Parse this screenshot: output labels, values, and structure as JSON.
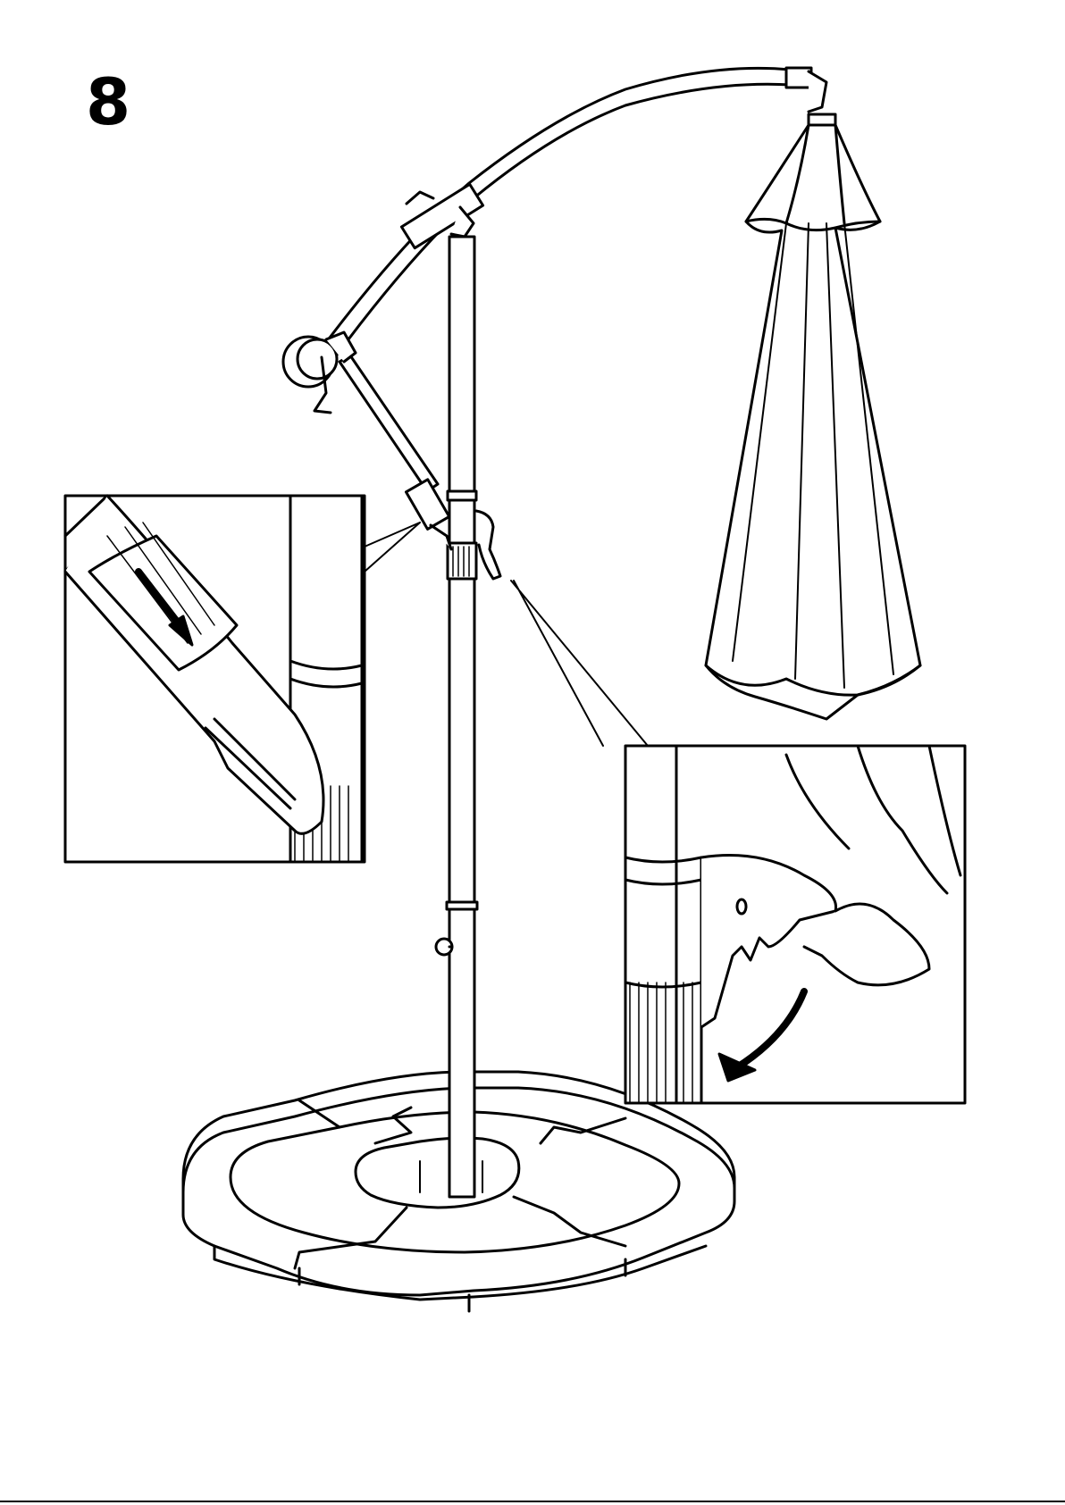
{
  "page": {
    "step_number": "8"
  },
  "illustration": {
    "main_subject": "cantilever-umbrella",
    "stroke_color": "#000000",
    "fill_color": "#ffffff"
  },
  "details": [
    {
      "name": "slide-sleeve-detail",
      "arrow": "down-right"
    },
    {
      "name": "lever-release-detail",
      "arrow": "curved-down-left"
    }
  ]
}
